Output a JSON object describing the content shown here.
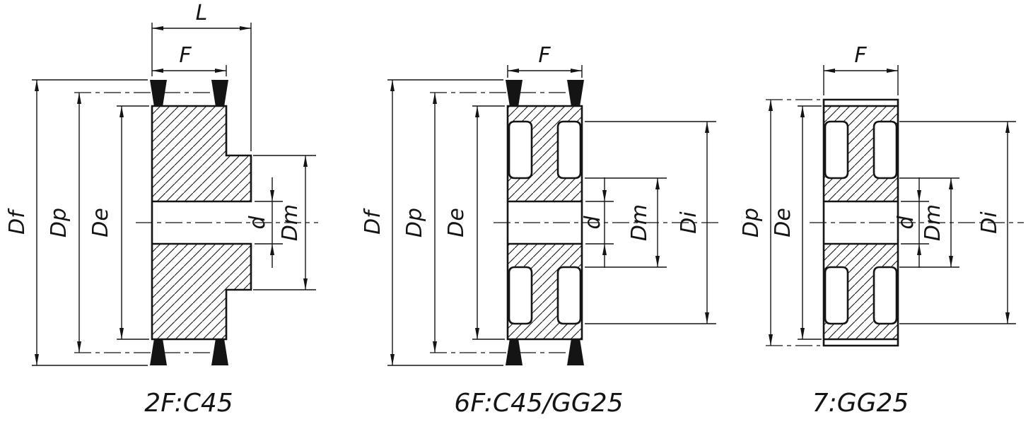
{
  "colors": {
    "line": "#141414",
    "background": "#ffffff"
  },
  "figures": [
    {
      "caption": "2F:C45",
      "labels": {
        "L": "L",
        "F": "F",
        "Df": "Df",
        "Dp": "Dp",
        "De": "De",
        "d": "d",
        "Dm": "Dm"
      }
    },
    {
      "caption": "6F:C45/GG25",
      "labels": {
        "F": "F",
        "Df": "Df",
        "Dp": "Dp",
        "De": "De",
        "d": "d",
        "Dm": "Dm",
        "Di": "Di"
      }
    },
    {
      "caption": "7:GG25",
      "labels": {
        "F": "F",
        "Dp": "Dp",
        "De": "De",
        "d": "d",
        "Dm": "Dm",
        "Di": "Di"
      }
    }
  ]
}
